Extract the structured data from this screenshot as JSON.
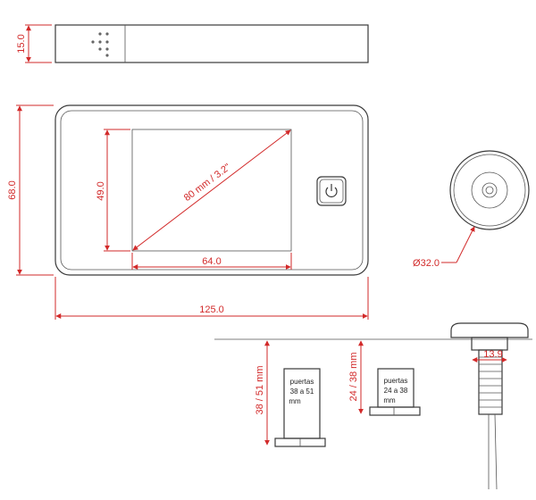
{
  "dimensions": {
    "thickness": "15.0",
    "height": "68.0",
    "screen_height": "49.0",
    "screen_diagonal": "80 mm / 3.2\"",
    "screen_width": "64.0",
    "width": "125.0",
    "lens_diameter": "Ø32.0",
    "door_range_large": "38 / 51 mm",
    "door_range_small": "24 / 38 mm",
    "cylinder_diameter": "13.9"
  },
  "labels": {
    "large_line1": "puertas",
    "large_line2": "38 a 51",
    "large_line3": "mm",
    "small_line1": "puertas",
    "small_line2": "24 a 38",
    "small_line3": "mm"
  },
  "colors": {
    "dimension": "#d22a2a",
    "outline": "#3a3a3a"
  }
}
